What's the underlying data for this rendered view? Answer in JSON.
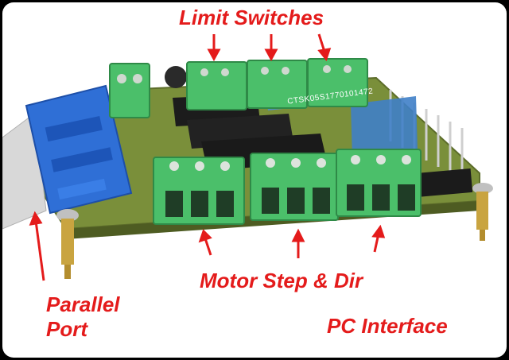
{
  "labels": {
    "limit_switches": "Limit Switches",
    "motor_step_dir": "Motor Step & Dir",
    "parallel_line1": "Parallel",
    "parallel_line2": "Port",
    "pc_interface": "PC Interface"
  },
  "components": {
    "resistor_network_text": "CTSK05S1770101472"
  },
  "colors": {
    "label_red": "#e41b1b",
    "pcb_green": "#7a8f3a",
    "terminal_green": "#4bbf6a",
    "connector_blue": "#2f6fd6",
    "background": "#ffffff",
    "frame": "#000000"
  }
}
